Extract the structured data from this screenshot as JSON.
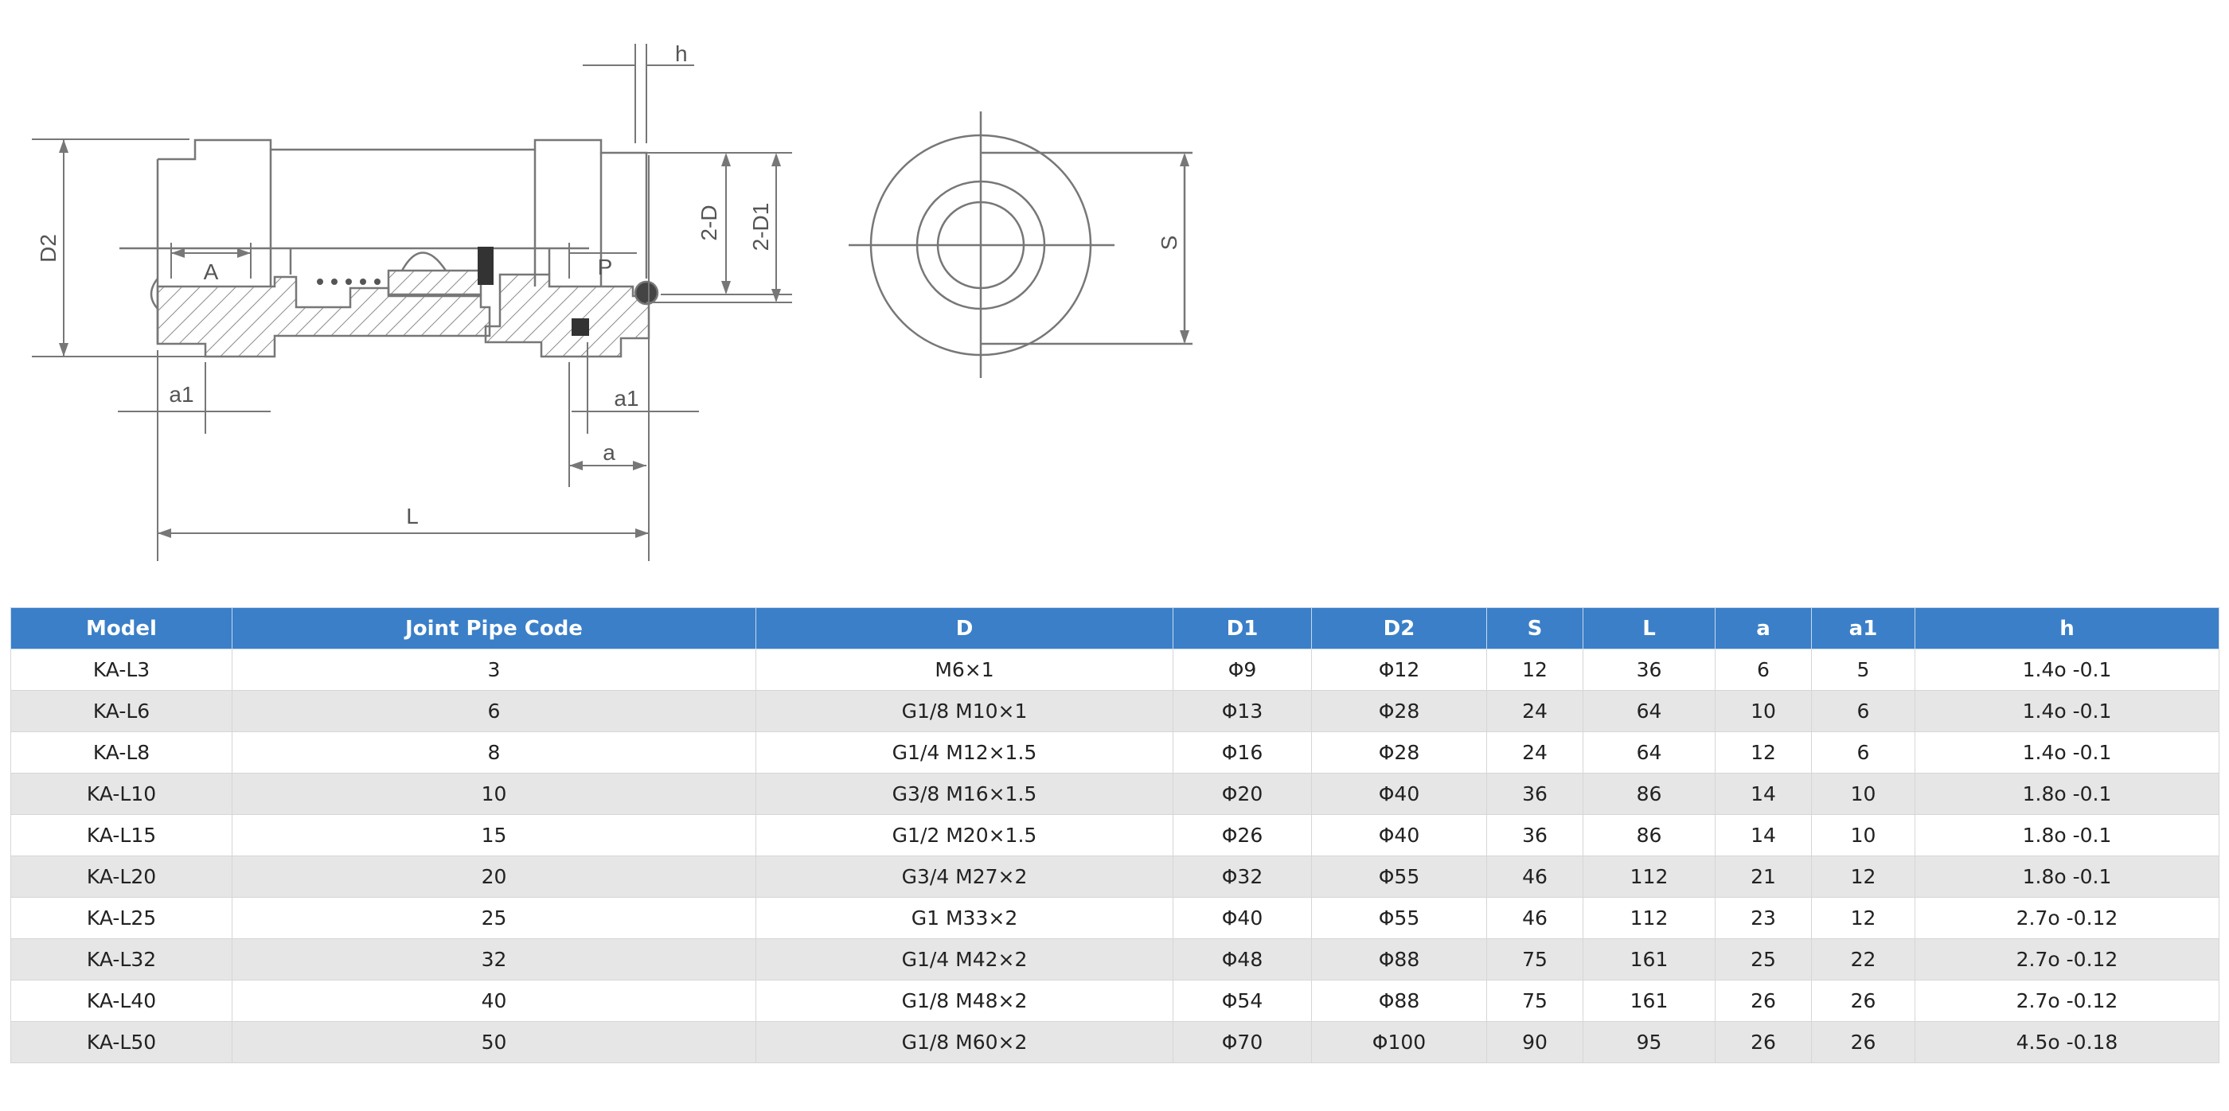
{
  "drawing": {
    "dimension_labels": {
      "h": "h",
      "d2": "D2",
      "a_upper": "A",
      "p": "P",
      "two_d": "2-D",
      "two_d1": "2-D1",
      "a1_left": "a1",
      "a1_right": "a1",
      "a_lower": "a",
      "l": "L",
      "s": "S"
    }
  },
  "table": {
    "headers": [
      "Model",
      "Joint Pipe Code",
      "D",
      "D1",
      "D2",
      "S",
      "L",
      "a",
      "a1",
      "h"
    ],
    "rows": [
      [
        "KA-L3",
        "3",
        "M6×1",
        "Φ9",
        "Φ12",
        "12",
        "36",
        "6",
        "5",
        "1.4o -0.1"
      ],
      [
        "KA-L6",
        "6",
        "G1/8 M10×1",
        "Φ13",
        "Φ28",
        "24",
        "64",
        "10",
        "6",
        "1.4o -0.1"
      ],
      [
        "KA-L8",
        "8",
        "G1/4 M12×1.5",
        "Φ16",
        "Φ28",
        "24",
        "64",
        "12",
        "6",
        "1.4o -0.1"
      ],
      [
        "KA-L10",
        "10",
        "G3/8 M16×1.5",
        "Φ20",
        "Φ40",
        "36",
        "86",
        "14",
        "10",
        "1.8o -0.1"
      ],
      [
        "KA-L15",
        "15",
        "G1/2 M20×1.5",
        "Φ26",
        "Φ40",
        "36",
        "86",
        "14",
        "10",
        "1.8o -0.1"
      ],
      [
        "KA-L20",
        "20",
        "G3/4 M27×2",
        "Φ32",
        "Φ55",
        "46",
        "112",
        "21",
        "12",
        "1.8o -0.1"
      ],
      [
        "KA-L25",
        "25",
        "G1 M33×2",
        "Φ40",
        "Φ55",
        "46",
        "112",
        "23",
        "12",
        "2.7o -0.12"
      ],
      [
        "KA-L32",
        "32",
        "G1/4 M42×2",
        "Φ48",
        "Φ88",
        "75",
        "161",
        "25",
        "22",
        "2.7o -0.12"
      ],
      [
        "KA-L40",
        "40",
        "G1/8 M48×2",
        "Φ54",
        "Φ88",
        "75",
        "161",
        "26",
        "26",
        "2.7o -0.12"
      ],
      [
        "KA-L50",
        "50",
        "G1/8 M60×2",
        "Φ70",
        "Φ100",
        "90",
        "95",
        "26",
        "26",
        "4.5o -0.18"
      ]
    ]
  }
}
